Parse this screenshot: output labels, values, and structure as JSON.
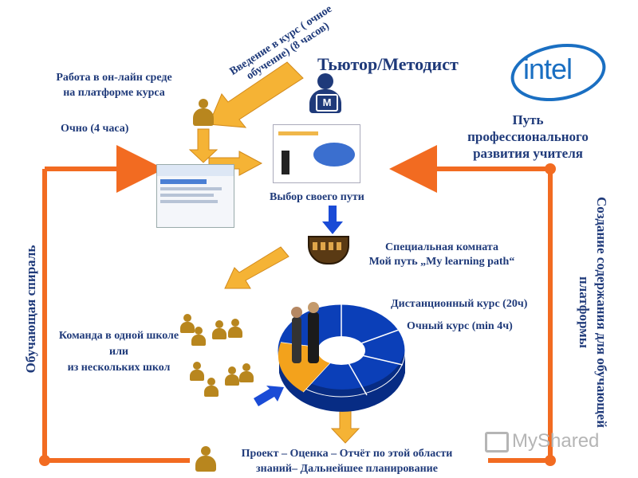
{
  "intro_course": "Введение в курс ( очное обучение) (8 часов)",
  "tutor": {
    "title": "Тьютор/Методист",
    "badge": "М"
  },
  "online_work": {
    "line1": "Работа в он-лайн среде",
    "line2": "на платформе курса"
  },
  "in_person": "Очно (4 часа)",
  "path": {
    "line1": "Путь",
    "line2": "профессионального",
    "line3": "развития учителя"
  },
  "choice": "Выбор своего пути",
  "special_room": {
    "line1": "Специальная комната",
    "line2": "Мой путь „My learning path“"
  },
  "distance_course": "Дистанционный курс (20ч)",
  "inperson_course": "Очный курс (min 4ч)",
  "team": {
    "line1": "Команда в одной школе",
    "line2": "или",
    "line3": "из нескольких школ"
  },
  "project": {
    "line1": "Проект – Оценка – Отчёт по этой области",
    "line2": "знаний– Дальнейшее планирование"
  },
  "learning_spiral": "Обучающая спираль",
  "content_creation": {
    "line1": "Создание содержания для обучающей",
    "line2": "платформы"
  },
  "logo": {
    "brand": "intel"
  },
  "watermark": "MyShared",
  "colors": {
    "orange": "#f26b21",
    "blue": "#1f3a7a",
    "arrow_yellow": "#f5b335",
    "arrow_blue": "#1a4bd6"
  }
}
